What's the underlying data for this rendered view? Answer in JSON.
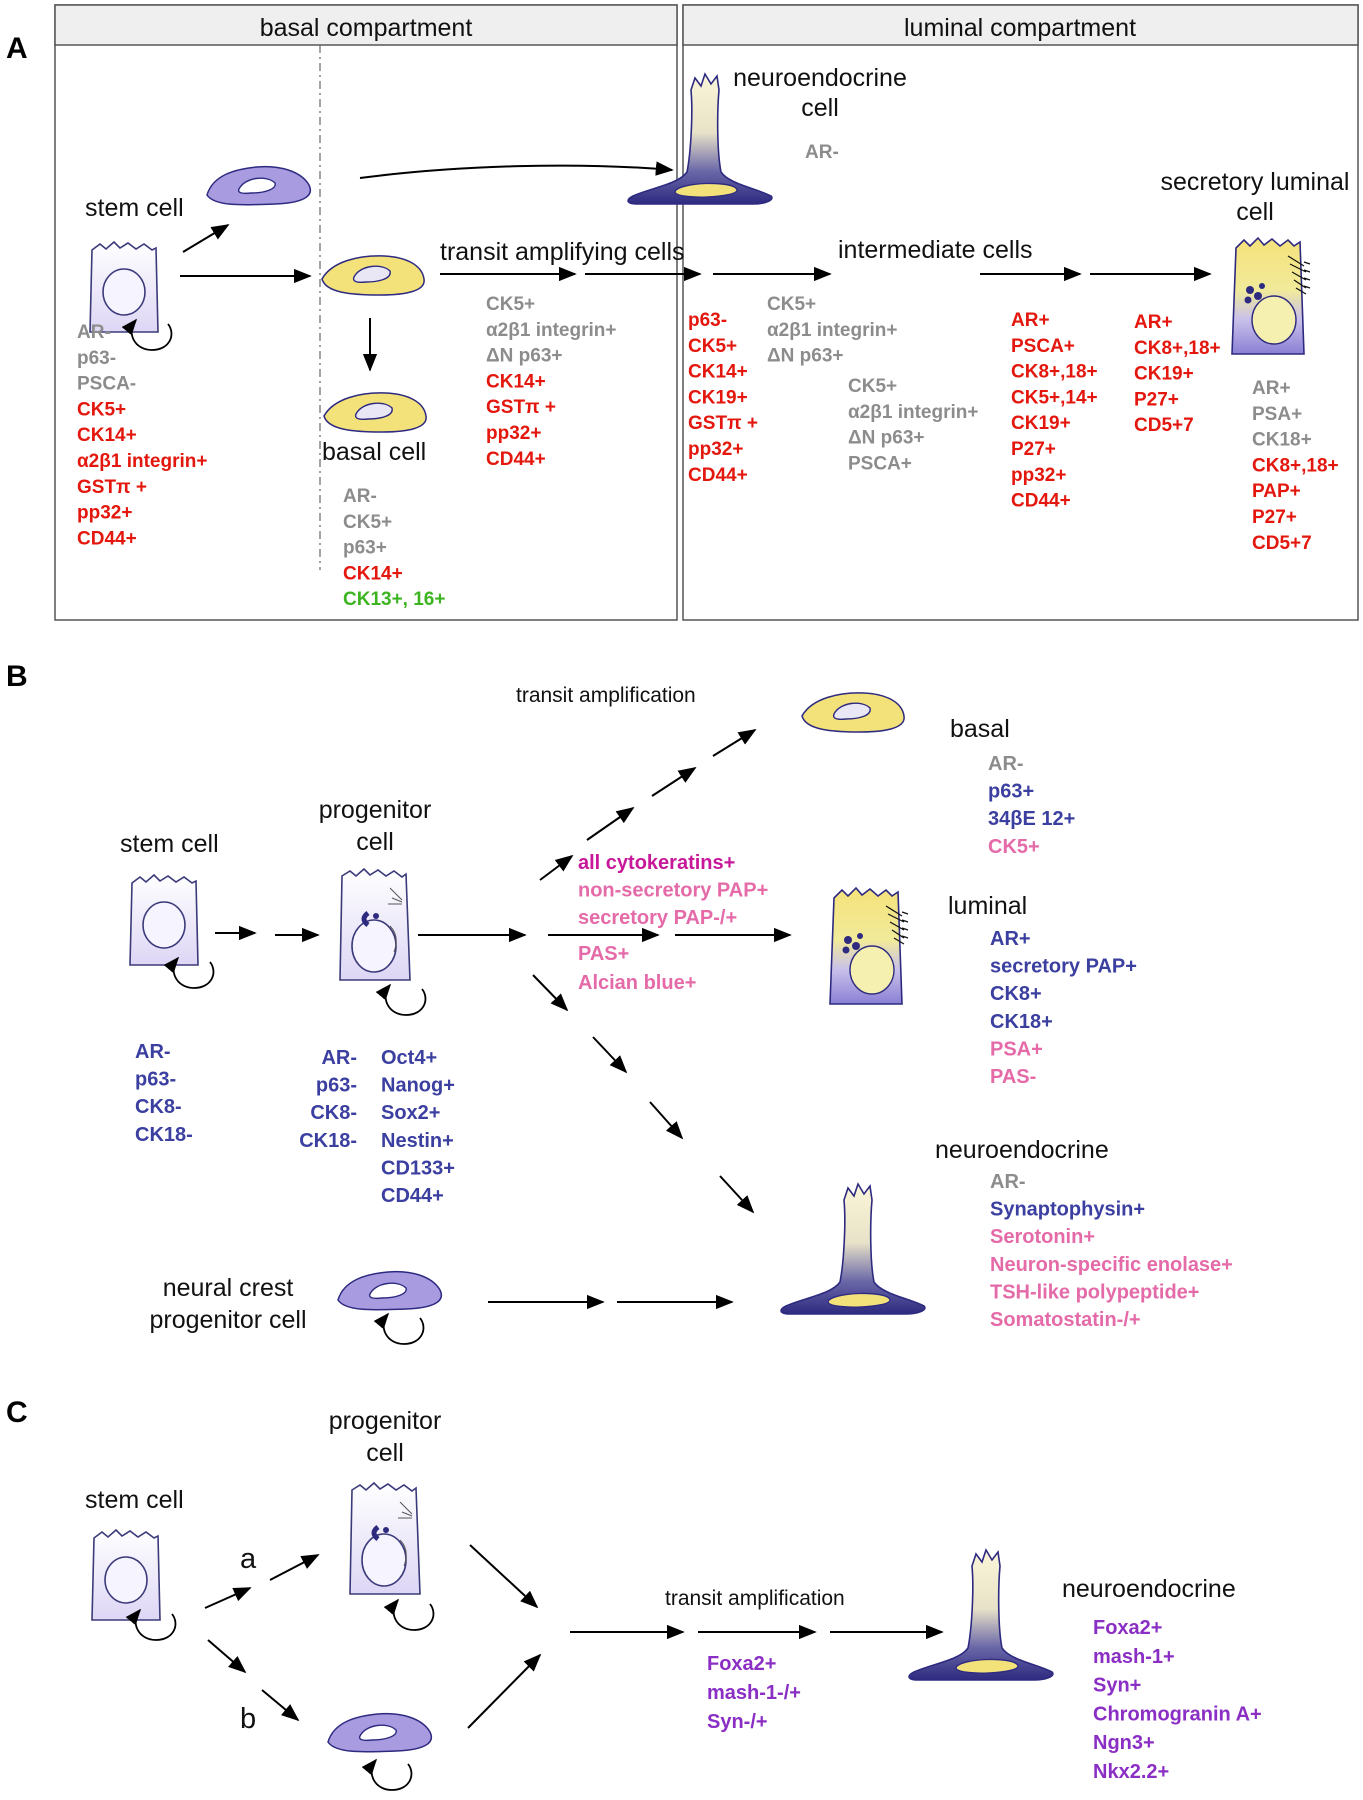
{
  "colors": {
    "gray": "#8c8c8c",
    "red": "#e3170d",
    "green": "#3cb521",
    "blue": "#3b3fa0",
    "pink": "#e46aa8",
    "magenta": "#c8189a",
    "purple": "#8a2ec4",
    "cell_lavender": "#a99be0",
    "cell_yellow": "#f3e27a",
    "cell_dark": "#2d2a80"
  },
  "panelA": {
    "letter": "A",
    "basal_header": "basal compartment",
    "luminal_header": "luminal compartment",
    "neuroendocrine_l1": "neuroendocrine",
    "neuroendocrine_l2": "cell",
    "neuroendocrine_marker": "AR-",
    "secretory_l1": "secretory luminal",
    "secretory_l2": "cell",
    "stem_label": "stem cell",
    "basal_cell_label": "basal cell",
    "transit_label": "transit amplifying cells",
    "intermediate_label": "intermediate cells",
    "stem_markers_gray": [
      "AR-",
      "p63-",
      "PSCA-"
    ],
    "stem_markers_red": [
      "CK5+",
      "CK14+",
      "α2β1 integrin+",
      "GSTπ +",
      "pp32+",
      "CD44+"
    ],
    "basal_markers_gray": [
      "AR-",
      "CK5+",
      "p63+"
    ],
    "basal_markers_red": [
      "CK14+"
    ],
    "basal_markers_green": [
      "CK13+, 16+"
    ],
    "transit_markers_gray": [
      "CK5+",
      "α2β1 integrin+",
      "ΔN p63+"
    ],
    "transit_markers_red": [
      "CK14+",
      "GSTπ +",
      "pp32+",
      "CD44+"
    ],
    "lum1_red": [
      "p63-",
      "CK5+",
      "CK14+",
      "CK19+",
      "GSTπ +",
      "pp32+",
      "CD44+"
    ],
    "lum2_gray": [
      "CK5+",
      "α2β1 integrin+",
      "ΔN p63+"
    ],
    "lum3_gray": [
      "CK5+",
      "α2β1 integrin+",
      "ΔN p63+",
      "PSCA+"
    ],
    "lum4_red": [
      "AR+",
      "PSCA+",
      "CK8+,18+",
      "CK5+,14+",
      "CK19+",
      "P27+",
      "pp32+",
      "CD44+"
    ],
    "lum5_red": [
      "AR+",
      "CK8+,18+",
      "CK19+",
      "P27+",
      "CD5+7"
    ],
    "sec_gray": [
      "AR+",
      "PSA+",
      "CK18+"
    ],
    "sec_red": [
      "CK8+,18+",
      "PAP+",
      "P27+",
      "CD5+7"
    ]
  },
  "panelB": {
    "letter": "B",
    "transit_label": "transit amplification",
    "stem_label": "stem cell",
    "progenitor_l1": "progenitor",
    "progenitor_l2": "cell",
    "basal_label": "basal",
    "luminal_label": "luminal",
    "neuro_label": "neuroendocrine",
    "neural_crest_l1": "neural crest",
    "neural_crest_l2": "progenitor cell",
    "stem_markers": [
      "AR-",
      "p63-",
      "CK8-",
      "CK18-"
    ],
    "prog_markers_left": [
      "AR-",
      "p63-",
      "CK8-",
      "CK18-"
    ],
    "prog_markers_right": [
      "Oct4+",
      "Nanog+",
      "Sox2+",
      "Nestin+",
      "CD133+",
      "CD44+"
    ],
    "mid_magenta": "all cytokeratins+",
    "mid_pink": [
      "non-secretory PAP+",
      "secretory PAP-/+"
    ],
    "mid_pink2": [
      "PAS+",
      "Alcian blue+"
    ],
    "basal_gray": "AR-",
    "basal_blue": [
      "p63+",
      "34βE 12+"
    ],
    "basal_pink": "CK5+",
    "luminal_blue": [
      "AR+",
      "secretory PAP+",
      "CK8+",
      "CK18+"
    ],
    "luminal_pink": [
      "PSA+",
      "PAS-"
    ],
    "neuro_gray": "AR-",
    "neuro_blue": "Synaptophysin+",
    "neuro_pink": [
      "Serotonin+",
      "Neuron-specific enolase+",
      "TSH-like polypeptide+",
      "Somatostatin-/+"
    ]
  },
  "panelC": {
    "letter": "C",
    "stem_label": "stem cell",
    "progenitor_l1": "progenitor",
    "progenitor_l2": "cell",
    "path_a": "a",
    "path_b": "b",
    "transit_label": "transit amplification",
    "neuro_label": "neuroendocrine",
    "transit_markers": [
      "Foxa2+",
      "mash-1-/+",
      "Syn-/+"
    ],
    "neuro_markers": [
      "Foxa2+",
      "mash-1+",
      "Syn+",
      "Chromogranin A+",
      "Ngn3+",
      "Nkx2.2+"
    ]
  }
}
